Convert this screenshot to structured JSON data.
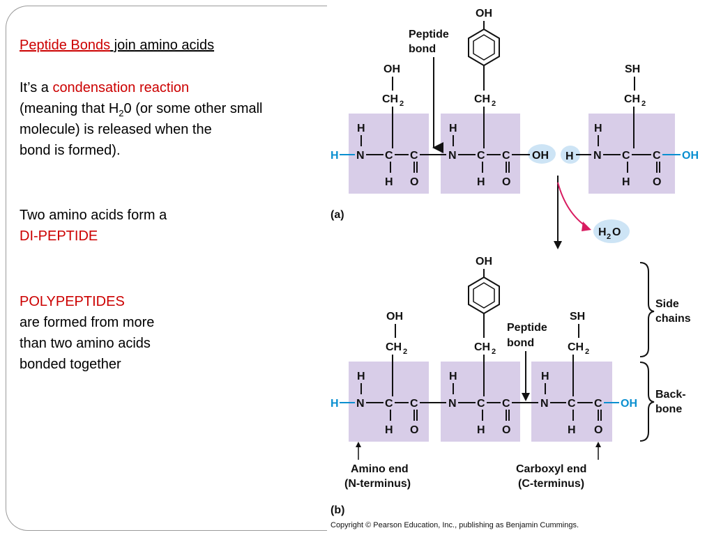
{
  "text": {
    "title_red": "Peptide Bonds",
    "title_rest": " join amino acids",
    "line_1a": "It’s a ",
    "line_1b": "condensation reaction",
    "line_2a": "(meaning that H",
    "line_2sub": "2",
    "line_2b": "0 (or some other small",
    "line_3": "molecule) is released when the",
    "line_4": "bond is formed).",
    "line_5": "Two amino acids form a",
    "line_6": "DI-PEPTIDE",
    "line_7": "POLYPEPTIDES",
    "line_8": "are formed from more",
    "line_9": "than two amino acids",
    "line_10": "bonded together"
  },
  "diagram": {
    "atoms": {
      "H": "H",
      "N": "N",
      "C": "C",
      "O": "O",
      "OH": "OH",
      "CH": "CH",
      "two": "2",
      "SH": "SH"
    },
    "labels": {
      "peptide": "Peptide",
      "bond": "bond",
      "water": "H",
      "water_two": "2",
      "water_o": "O",
      "part_a": "(a)",
      "part_b": "(b)",
      "side": "Side",
      "chains": "chains",
      "back": "Back-",
      "bone": "bone",
      "amino_end": "Amino end",
      "n_term": "(N-terminus)",
      "carboxyl_end": "Carboxyl end",
      "c_term": "(C-terminus)",
      "copyright": "Copyright © Pearson Education, Inc., publishing as Benjamin Cummings."
    },
    "colors": {
      "box": "#d8cde8",
      "highlight": "#cde4f5",
      "blue": "#0a8fd0",
      "magenta": "#d81b60"
    }
  }
}
